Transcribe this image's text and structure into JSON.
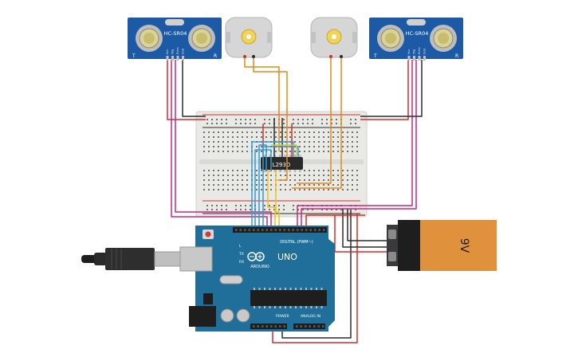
{
  "sensors": {
    "left": {
      "model": "HC-SR04",
      "pins": [
        "Vcc",
        "Trig",
        "Echo",
        "Gnd"
      ],
      "corner_left": "T",
      "corner_right": "R"
    },
    "right": {
      "model": "HC-SR04",
      "pins": [
        "Vcc",
        "Trig",
        "Echo",
        "Gnd"
      ],
      "corner_left": "T",
      "corner_right": "R"
    }
  },
  "driver_chip": {
    "label": "L293D"
  },
  "arduino": {
    "model": "UNO",
    "brand": "ARDUINO",
    "digital_label": "DIGITAL (PWM~)",
    "power_label": "POWER",
    "analog_label": "ANALOG IN",
    "tx_label": "TX",
    "rx_label": "RX",
    "l_label": "L"
  },
  "battery": {
    "label": "9V"
  },
  "colors": {
    "wire_red": "#d62c2c",
    "wire_black": "#2b2b2b",
    "wire_magenta": "#c8277f",
    "wire_orange": "#e48a1a",
    "wire_blue": "#2f9bd6",
    "wire_yellow": "#e8c21a",
    "sensor_board": "#1c5aa6",
    "arduino_board": "#1f6f9a",
    "breadboard": "#e9e9e6",
    "battery_body": "#e0913c"
  }
}
